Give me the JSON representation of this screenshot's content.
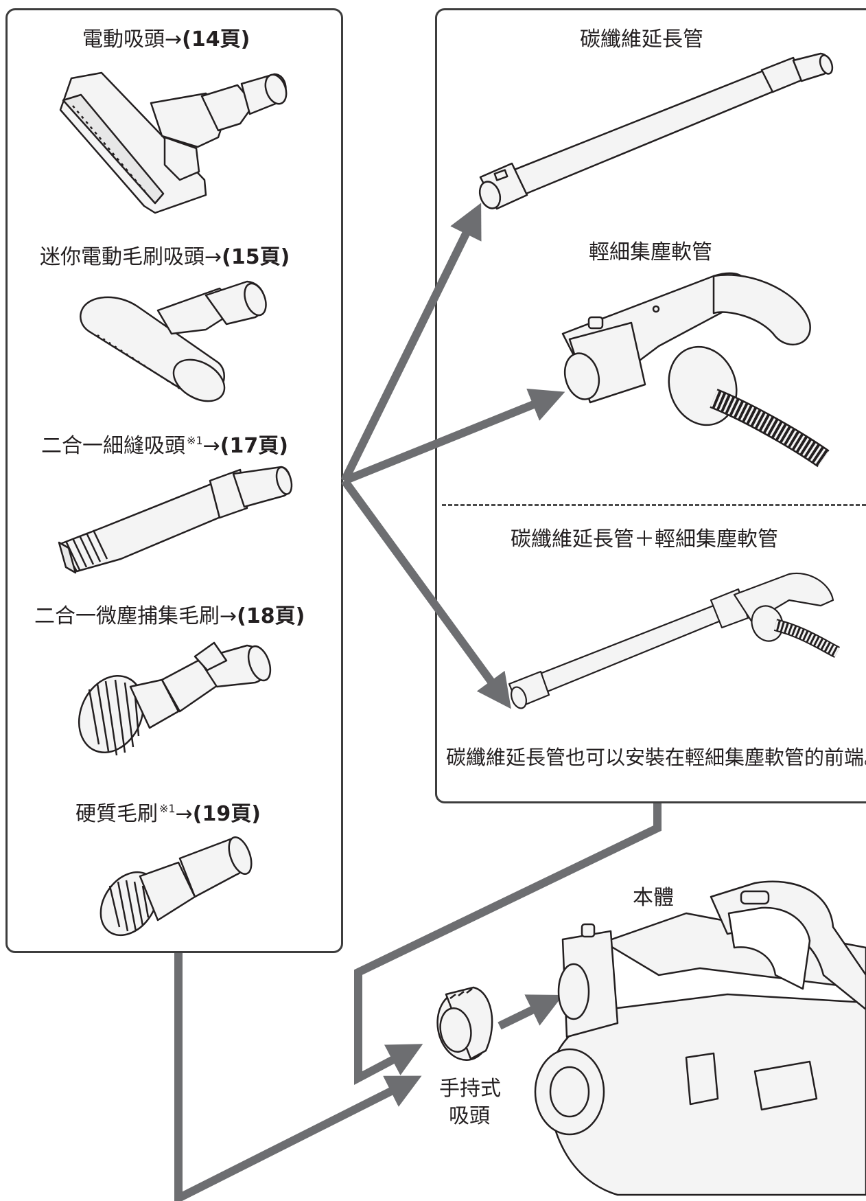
{
  "left_panel": {
    "items": [
      {
        "name": "電動吸頭",
        "page": "14頁"
      },
      {
        "name": "迷你電動毛刷吸頭",
        "page": "15頁"
      },
      {
        "name": "二合一細縫吸頭",
        "sup": "※1",
        "page": "17頁"
      },
      {
        "name": "二合一微塵捕集毛刷",
        "page": "18頁"
      },
      {
        "name": "硬質毛刷",
        "sup": "※1",
        "page": "19頁"
      }
    ],
    "arrow": "→",
    "paren_open": "(",
    "paren_close": ")"
  },
  "right_panel": {
    "carbon_pipe": "碳纖維延長管",
    "slim_hose": "輕細集塵軟管",
    "combo": "碳纖維延長管＋輕細集塵軟管",
    "note": "碳纖維延長管也可以安裝在輕細集塵軟管的前端。"
  },
  "body_label": "本體",
  "handheld_label_line1": "手持式",
  "handheld_label_line2": "吸頭",
  "colors": {
    "arrow": "#6d6e71",
    "frame": "#3d3d3d",
    "line": "#231f20",
    "fill_light": "#f4f4f4"
  }
}
